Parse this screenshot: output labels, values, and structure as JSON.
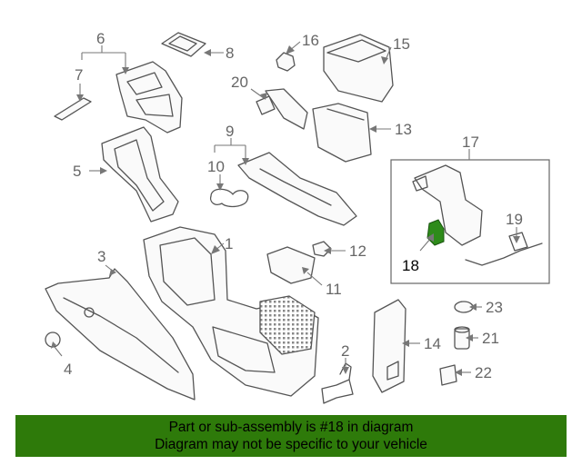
{
  "diagram": {
    "callouts": [
      "1",
      "2",
      "3",
      "4",
      "5",
      "6",
      "7",
      "8",
      "9",
      "10",
      "11",
      "12",
      "13",
      "14",
      "15",
      "16",
      "17",
      "18",
      "19",
      "20",
      "21",
      "22",
      "23"
    ],
    "highlight_part": "18",
    "highlight_color": "#2e8b1a"
  },
  "footer": {
    "line1": "Part or sub-assembly is #18 in diagram",
    "line2": "Diagram may not be specific to your vehicle",
    "background": "#2e7a0a"
  }
}
